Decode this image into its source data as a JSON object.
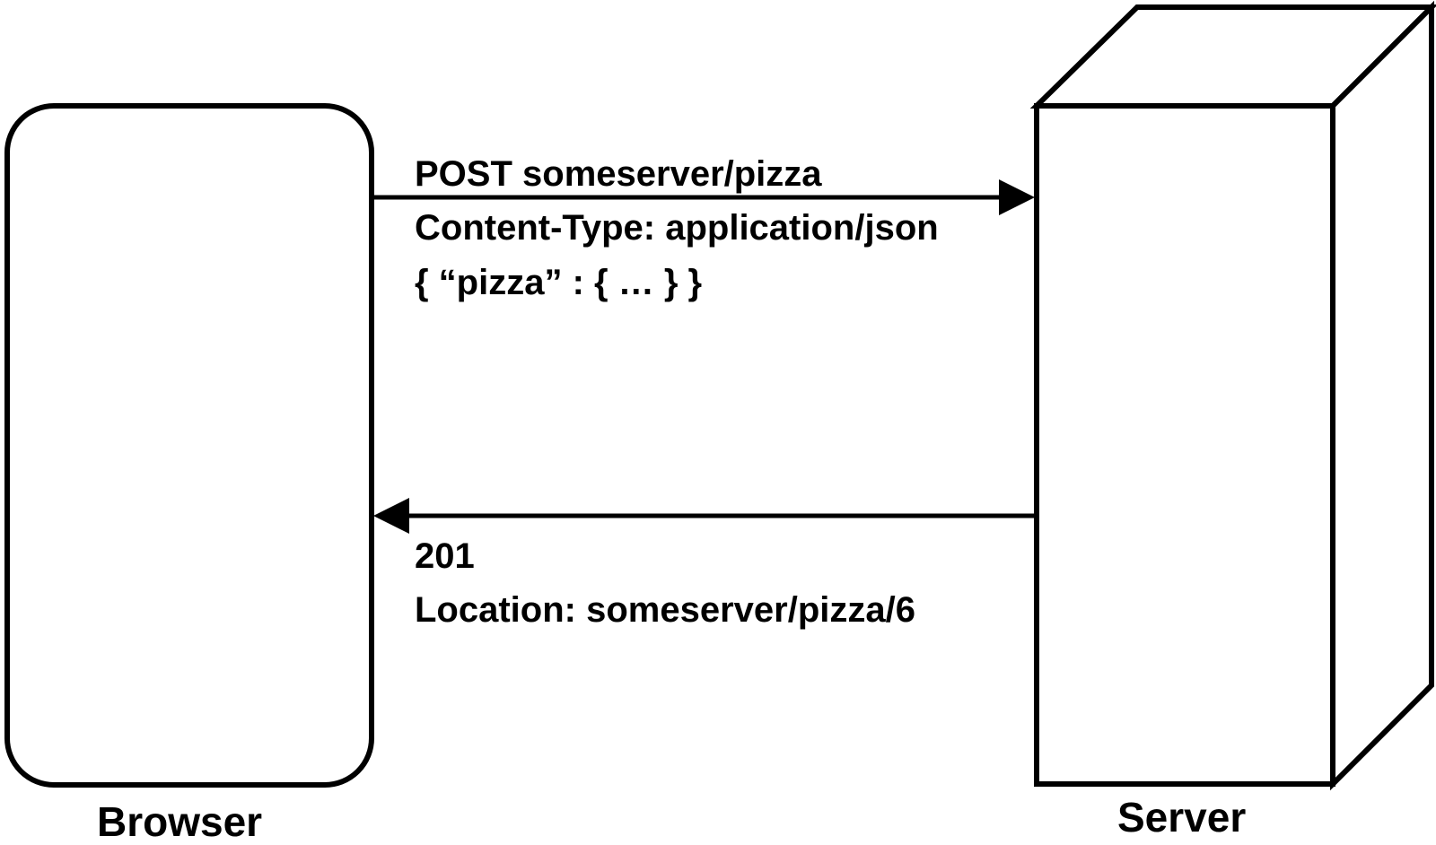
{
  "nodes": {
    "browser": {
      "label": "Browser"
    },
    "server": {
      "label": "Server"
    }
  },
  "request": {
    "lines": [
      "POST someserver/pizza",
      "Content-Type: application/json",
      "{ “pizza” : { … } }"
    ]
  },
  "response": {
    "lines": [
      "201",
      "Location: someserver/pizza/6"
    ]
  },
  "colors": {
    "stroke": "#000000",
    "background": "#ffffff"
  }
}
